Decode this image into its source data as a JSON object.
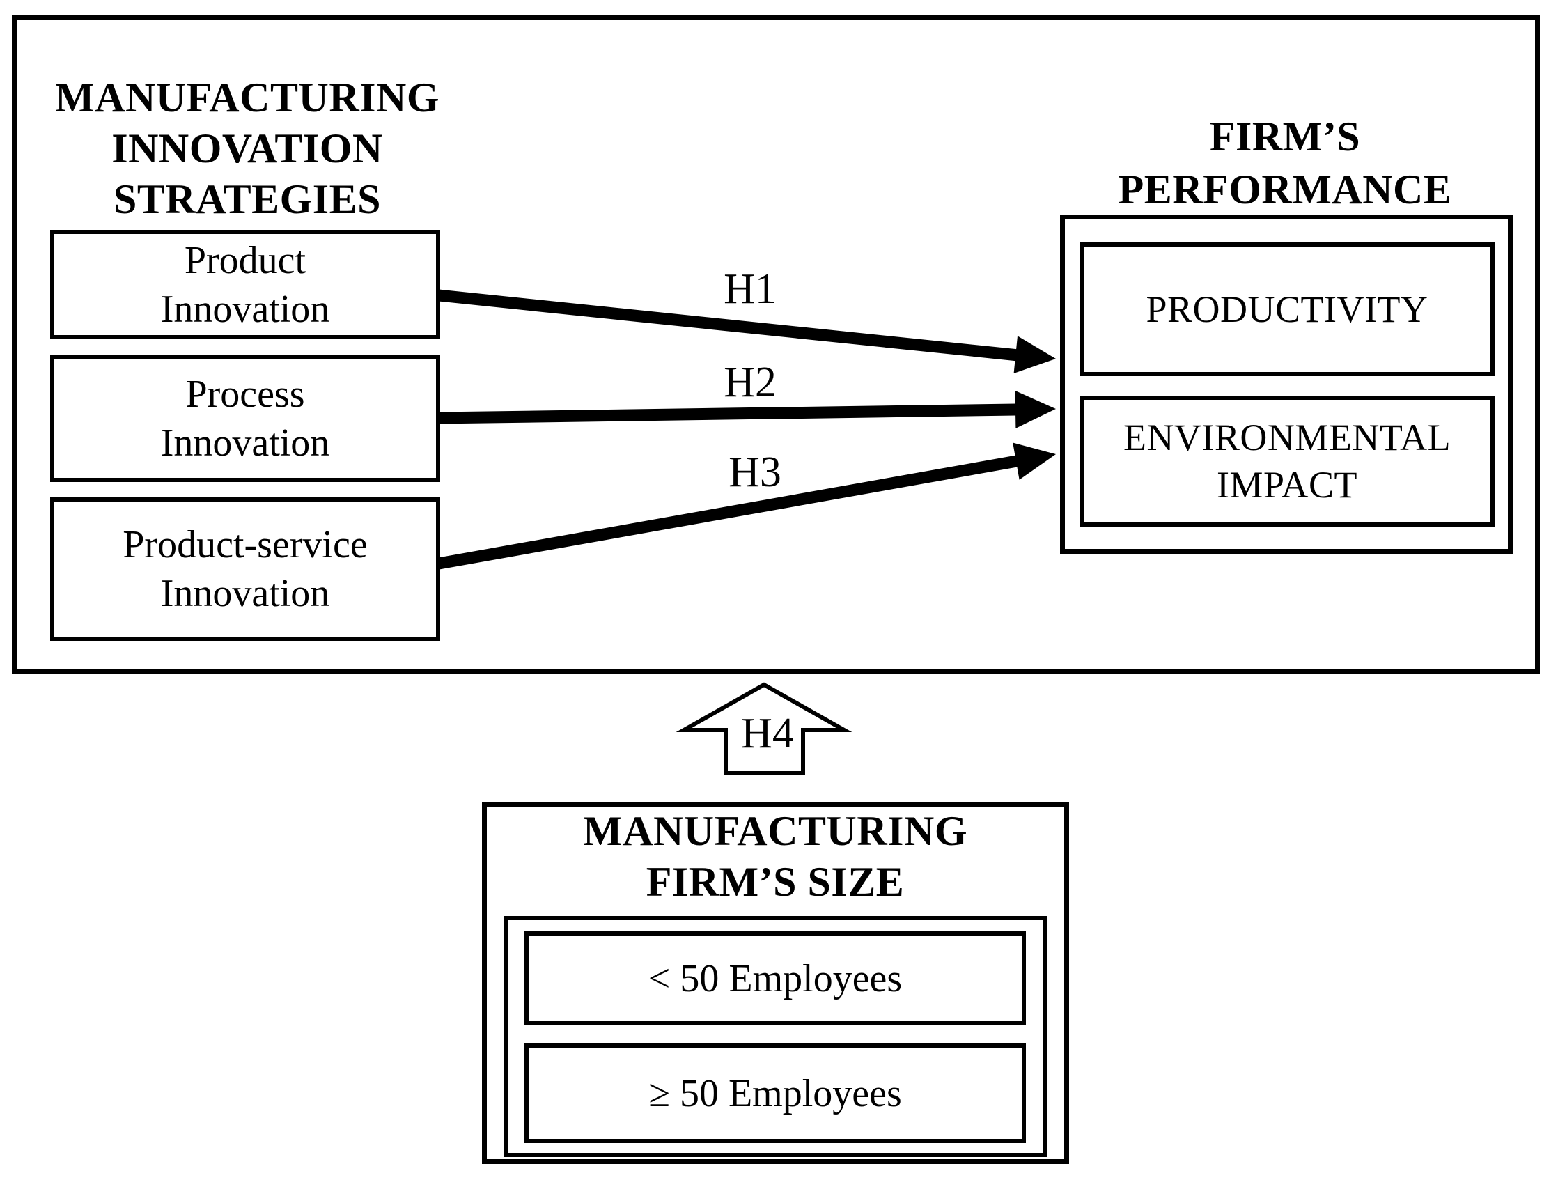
{
  "colors": {
    "ink": "#000000",
    "paper": "#ffffff"
  },
  "strategies": {
    "heading_lines": [
      "MANUFACTURING",
      "INNOVATION",
      "STRATEGIES"
    ],
    "boxes": [
      {
        "label_lines": [
          "Product",
          "Innovation"
        ]
      },
      {
        "label_lines": [
          "Process",
          "Innovation"
        ]
      },
      {
        "label_lines": [
          "Product-service",
          "Innovation"
        ]
      }
    ]
  },
  "performance": {
    "heading_lines": [
      "FIRM’S",
      "PERFORMANCE"
    ],
    "boxes": [
      {
        "label_lines": [
          "PRODUCTIVITY"
        ]
      },
      {
        "label_lines": [
          "ENVIRONMENTAL",
          "IMPACT"
        ]
      }
    ]
  },
  "moderator": {
    "heading_lines": [
      "MANUFACTURING",
      "FIRM’S SIZE"
    ],
    "options": [
      "< 50 Employees",
      "≥ 50 Employees"
    ]
  },
  "hypotheses": {
    "h1": "H1",
    "h2": "H2",
    "h3": "H3",
    "h4": "H4"
  }
}
